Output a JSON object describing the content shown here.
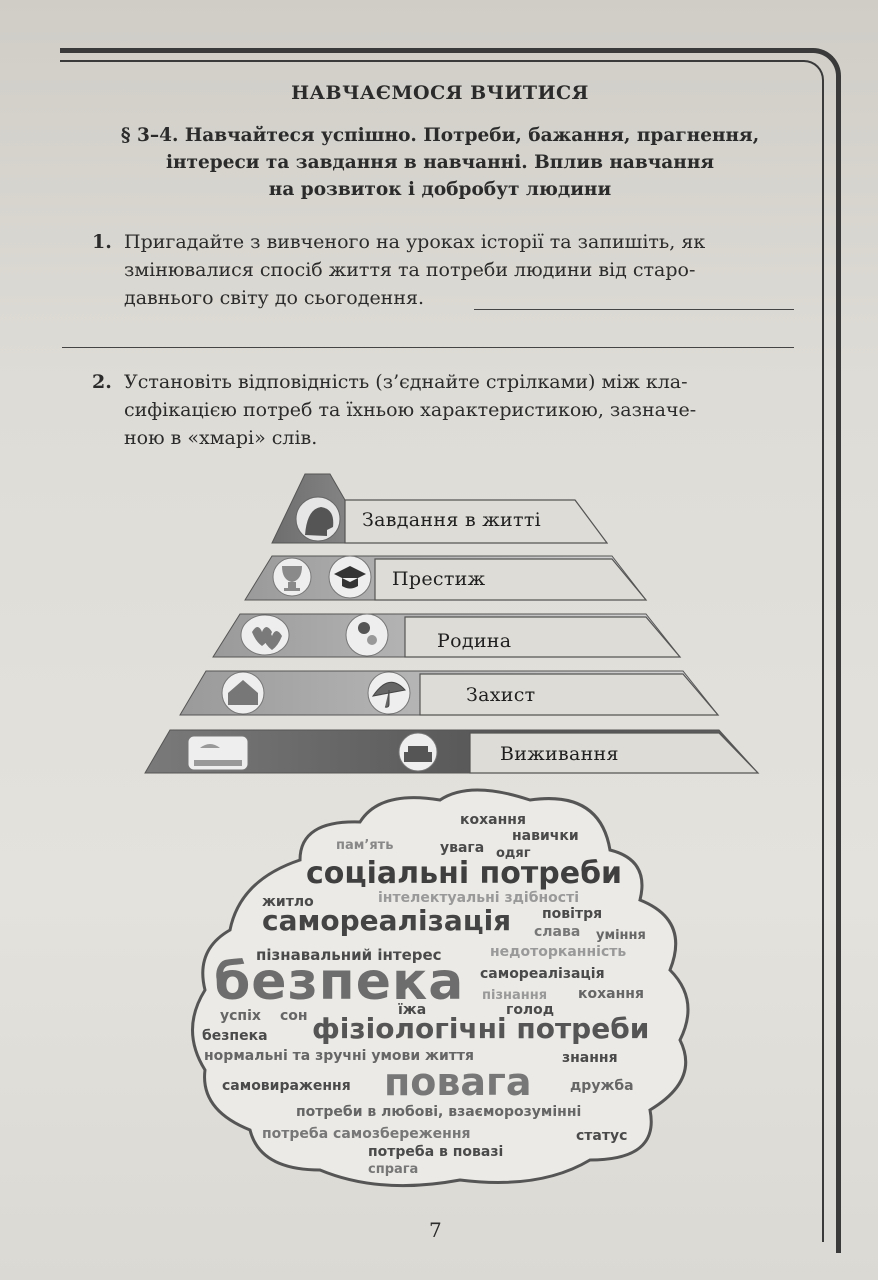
{
  "header": {
    "title": "НАВЧАЄМОСЯ ВЧИТИСЯ"
  },
  "section": {
    "lines": [
      "§ 3–4. Навчайтеся успішно. Потреби, бажання, прагнення,",
      "інтереси та завдання в навчанні. Вплив навчання",
      "на розвиток і добробут людини"
    ]
  },
  "task1": {
    "number": "1.",
    "lines": [
      "Пригадайте з вивченого на уроках історії та запишіть, як",
      "змінювалися спосіб життя та потреби людини від старо-",
      "давнього світу до сьогодення."
    ]
  },
  "task2": {
    "number": "2.",
    "lines": [
      "Установіть відповідність (з’єднайте стрілками) між кла-",
      "сифікацією потреб та їхньою характеристикою, зазначе-",
      "ною в «хмарі» слів."
    ]
  },
  "pyramid": {
    "levels": [
      {
        "label": "Завдання в житті",
        "icons": [
          "head-gears-icon"
        ]
      },
      {
        "label": "Престиж",
        "icons": [
          "trophy-icon",
          "graduation-cap-icon"
        ]
      },
      {
        "label": "Родина",
        "icons": [
          "hearts-icon",
          "mother-child-icon"
        ]
      },
      {
        "label": "Захист",
        "icons": [
          "house-icon",
          "umbrella-icon"
        ]
      },
      {
        "label": "Виживання",
        "icons": [
          "bed-icon",
          "cake-icon"
        ]
      }
    ]
  },
  "cloud": {
    "words": [
      "кохання",
      "навички",
      "пам’ять",
      "увага",
      "одяг",
      "соціальні потреби",
      "житло",
      "інтелектуальні здібності",
      "самореалізація",
      "повітря",
      "слава",
      "уміння",
      "пізнавальний інтерес",
      "недоторканність",
      "безпека",
      "самореалізація",
      "пізнання",
      "кохання",
      "їжа",
      "голод",
      "успіх",
      "сон",
      "безпека",
      "фізіологічні потреби",
      "нормальні та зручні умови життя",
      "знання",
      "самовираження",
      "повага",
      "дружба",
      "потреби в любові, взаєморозумінні",
      "потреба самозбереження",
      "статус",
      "потреба в повазі",
      "спрага"
    ]
  },
  "page_number": "7",
  "colors": {
    "ink": "#2b2b2b",
    "pyramid_dark": "#5a5a5a",
    "pyramid_light": "#bdbdbd"
  }
}
